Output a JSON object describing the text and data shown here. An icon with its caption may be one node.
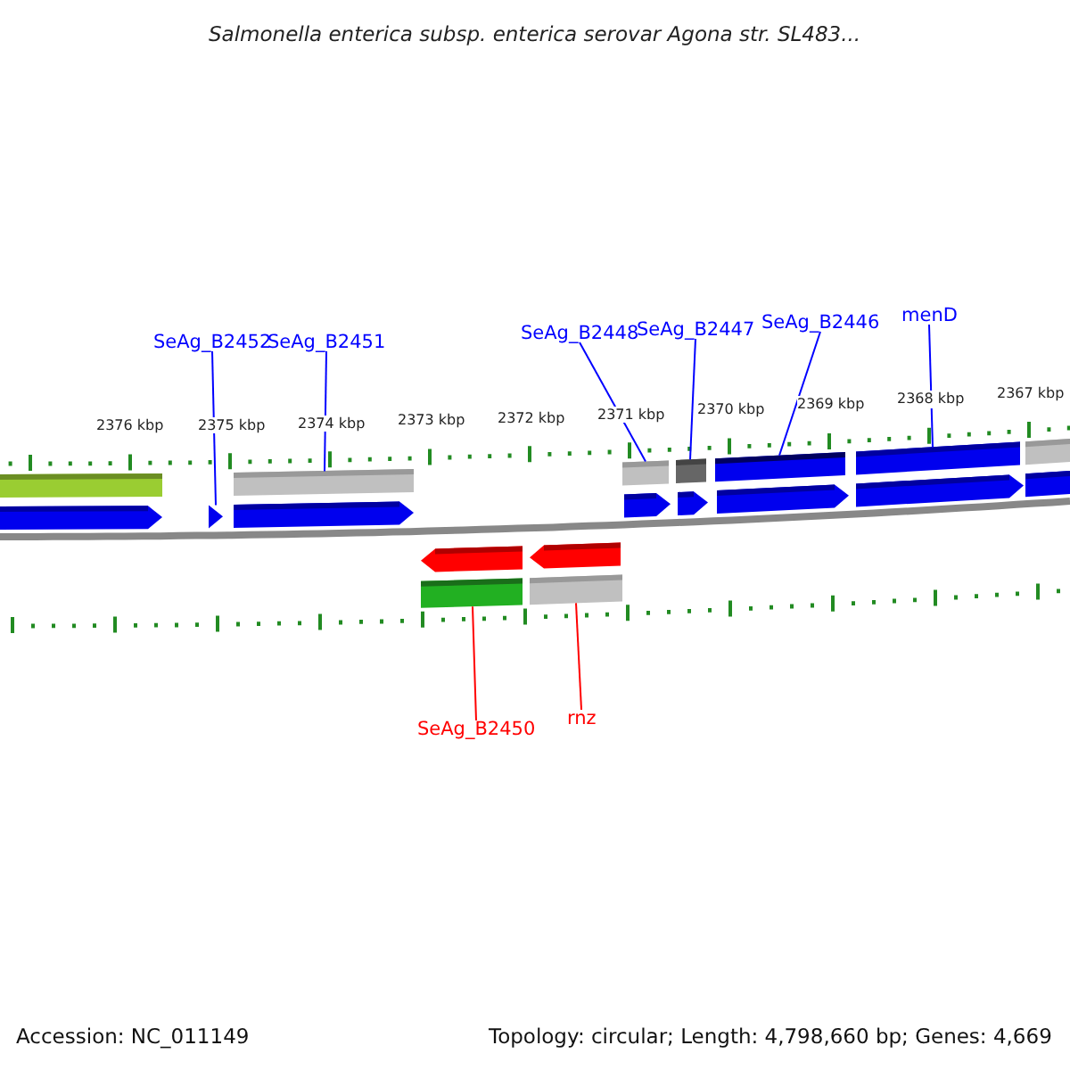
{
  "diagram": {
    "title": "Salmonella enterica subsp. enterica serovar Agona str. SL483...",
    "nodes": [
      {
        "text": [
          "SeAg_B2452"
        ]
      },
      {
        "text": [
          "SeAg_B2451"
        ]
      },
      {
        "text": [
          "SeAg_B2448"
        ]
      },
      {
        "text": [
          "SeAg_B2447"
        ]
      },
      {
        "text": [
          "SeAg_B2446"
        ]
      },
      {
        "text": [
          "menD"
        ]
      },
      {
        "text": [
          "SeAg_B2450"
        ]
      },
      {
        "text": [
          "rnz"
        ]
      },
      {
        "text": [],
        "shape": "bar"
      },
      {
        "text": [],
        "shape": "bar"
      },
      {
        "text": [],
        "shape": "bar"
      },
      {
        "text": [],
        "shape": "bar"
      },
      {
        "text": [],
        "shape": "bar"
      },
      {
        "text": [],
        "shape": "bar"
      },
      {
        "text": [],
        "shape": "bar"
      },
      {
        "text": [],
        "shape": "arrow"
      },
      {
        "text": [],
        "shape": "arrow"
      },
      {
        "text": [],
        "shape": "arrow"
      },
      {
        "text": [],
        "shape": "arrow"
      },
      {
        "text": [],
        "shape": "arrow"
      },
      {
        "text": [],
        "shape": "arrow"
      },
      {
        "text": [],
        "shape": "arrow"
      },
      {
        "text": [],
        "shape": "bar"
      },
      {
        "text": [],
        "shape": "arrow"
      },
      {
        "text": [],
        "shape": "arrow"
      },
      {
        "text": [],
        "shape": "bar"
      },
      {
        "text": [],
        "shape": "bar"
      }
    ],
    "edges": [
      {
        "from": 0,
        "to": 16,
        "arrow": "none"
      },
      {
        "from": 1,
        "to": 9,
        "arrow": "none"
      },
      {
        "from": 2,
        "to": 10,
        "arrow": "none"
      },
      {
        "from": 3,
        "to": 11,
        "arrow": "none"
      },
      {
        "from": 4,
        "to": 12,
        "arrow": "none"
      },
      {
        "from": 5,
        "to": 13,
        "arrow": "none"
      },
      {
        "from": 6,
        "to": 25,
        "arrow": "none",
        "color": "#ff0000"
      },
      {
        "from": 7,
        "to": 26,
        "arrow": "none",
        "color": "#ff0000"
      }
    ],
    "labels": [
      "2376 kbp",
      "2375 kbp",
      "2374 kbp",
      "2373 kbp",
      "2372 kbp",
      "2371 kbp",
      "2370 kbp",
      "2369 kbp",
      "2368 kbp",
      "2367 kbp",
      "Accession: NC_011149",
      "Topology: circular; Length: 4,798,660 bp; Genes: 4,669"
    ]
  }
}
